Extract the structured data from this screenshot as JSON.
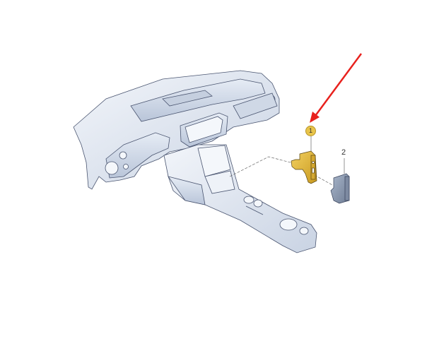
{
  "diagram": {
    "type": "exploded-parts-diagram",
    "subject": "dashboard and center console assembly",
    "colors": {
      "background": "#ffffff",
      "part_body": "#dde4ef",
      "part_outline": "#4a5570",
      "highlight_part": "#e3b93a",
      "secondary_part": "#8a97ad",
      "arrow": "#e8211d",
      "badge_fill": "#e8c44a"
    },
    "callouts": [
      {
        "number": "1",
        "style": "yellow-badge",
        "part": "yellow connector/switch"
      },
      {
        "number": "2",
        "style": "plain-text",
        "part": "blue-grey cover/switch"
      }
    ],
    "annotation": {
      "type": "red-arrow",
      "target": "callout 1"
    }
  }
}
